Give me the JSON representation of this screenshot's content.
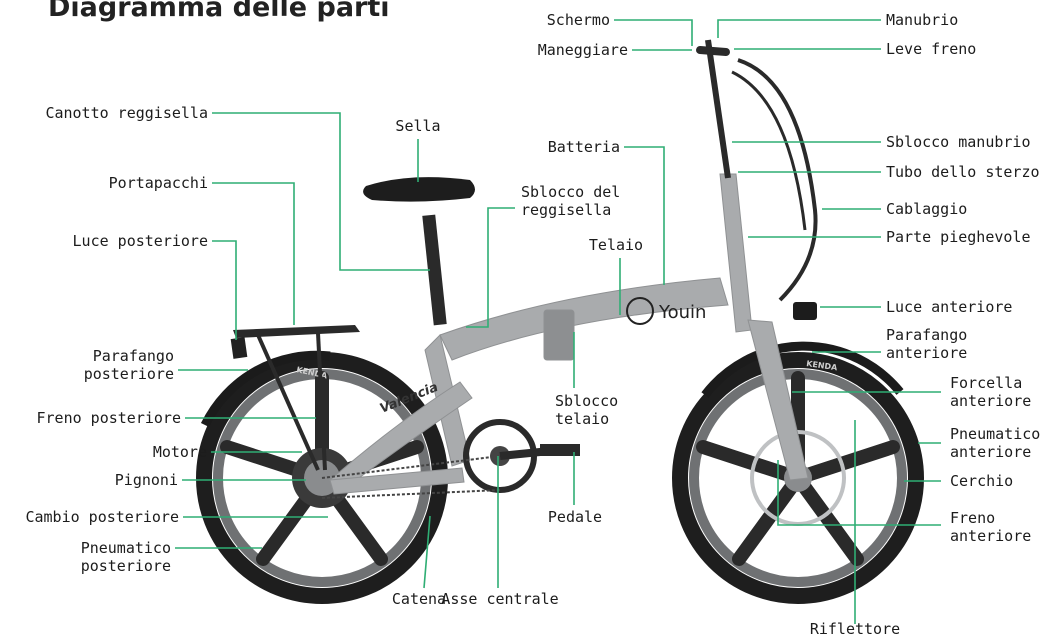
{
  "title": "Diagramma delle parti",
  "brand": "Youin",
  "model": "Valencia",
  "tire_brand": "KENDA",
  "colors": {
    "leader": "#2fae74",
    "frame": "#a9abad",
    "tire": "#1e1e1e",
    "text": "#1c1c1c"
  },
  "labels": {
    "schermo": "Schermo",
    "maneggiare": "Maneggiare",
    "canotto": "Canotto reggisella",
    "sella": "Sella",
    "batteria": "Batteria",
    "portapacchi": "Portapacchi",
    "sblocco_reggisella": "Sblocco del\nreggisella",
    "luce_posteriore": "Luce posteriore",
    "telaio": "Telaio",
    "parafango_post": "Parafango\nposteriore",
    "freno_post": "Freno posteriore",
    "motore": "Motore",
    "pignoni": "Pignoni",
    "cambio_post": "Cambio posteriore",
    "pneumatico_post": "Pneumatico\nposteriore",
    "catena": "Catena",
    "asse_centrale": "Asse centrale",
    "pedale": "Pedale",
    "sblocco_telaio": "Sblocco\ntelaio",
    "manubrio": "Manubrio",
    "leve_freno": "Leve freno",
    "sblocco_manubrio": "Sblocco manubrio",
    "tubo_sterzo": "Tubo dello sterzo",
    "cablaggio": "Cablaggio",
    "parte_pieghevole": "Parte pieghevole",
    "luce_anteriore": "Luce anteriore",
    "parafango_ant": "Parafango\nanteriore",
    "forcella_ant": "Forcella\nanteriore",
    "pneumatico_ant": "Pneumatico\nanteriore",
    "cerchio": "Cerchio",
    "freno_ant": "Freno\nanteriore",
    "riflettore": "Riflettore"
  }
}
